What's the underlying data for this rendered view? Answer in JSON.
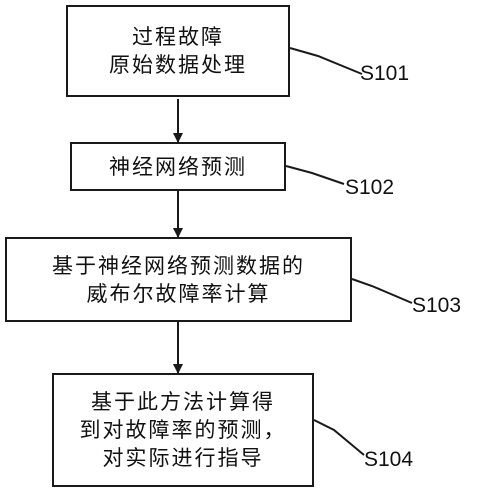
{
  "steps": [
    {
      "id": "S101",
      "lines": [
        "过程故障",
        "原始数据处理"
      ]
    },
    {
      "id": "S102",
      "lines": [
        "神经网络预测"
      ]
    },
    {
      "id": "S103",
      "lines": [
        "基于神经网络预测数据的",
        "威布尔故障率计算"
      ]
    },
    {
      "id": "S104",
      "lines": [
        "基于此方法计算得",
        "到对故障率的预测，",
        "对实际进行指导"
      ]
    }
  ],
  "colors": {
    "stroke": "#1a1a1a",
    "text": "#111111",
    "background": "#ffffff"
  }
}
